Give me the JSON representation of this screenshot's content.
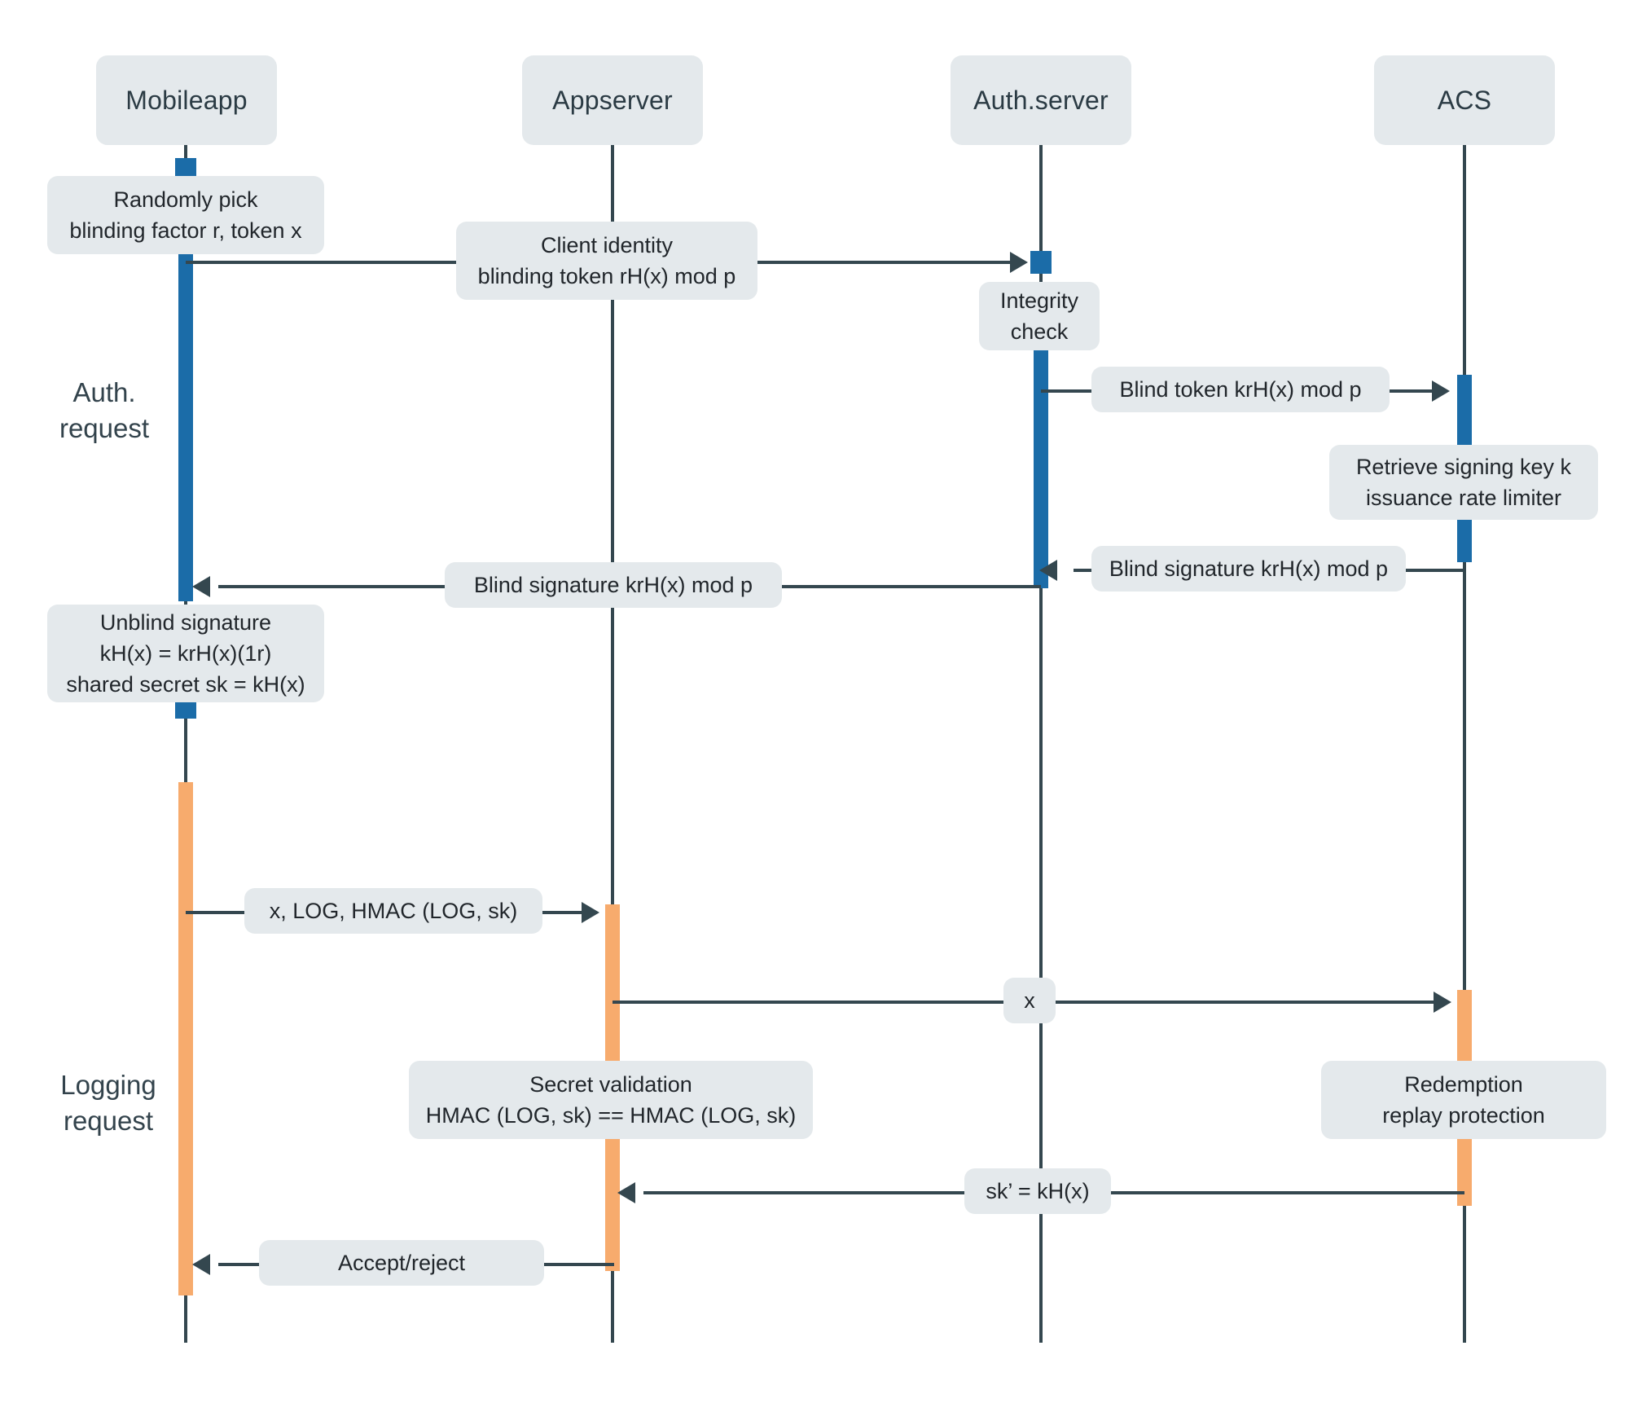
{
  "diagram": {
    "title": "Blind-signature authentication and logging sequence",
    "colors": {
      "actor_box": "#e4e9ec",
      "note_box": "#e4e9ec",
      "lifeline": "#34474f",
      "activation_auth": "#1b6ca8",
      "activation_logging": "#f7ab6d",
      "text": "#2b3b44"
    }
  },
  "actors": [
    {
      "id": "mobile",
      "line1": "Mobile",
      "line2": "app"
    },
    {
      "id": "app",
      "line1": "App",
      "line2": "server"
    },
    {
      "id": "auth",
      "line1": "Auth.",
      "line2": "server"
    },
    {
      "id": "acs",
      "line1": "ACS",
      "line2": ""
    }
  ],
  "phases": [
    {
      "id": "auth-request",
      "line1": "Auth.",
      "line2": "request"
    },
    {
      "id": "logging-request",
      "line1": "Logging",
      "line2": "request"
    }
  ],
  "notes": [
    {
      "id": "randomly-pick",
      "lines": [
        "Randomly pick",
        "blinding factor r, token x"
      ]
    },
    {
      "id": "integrity-check",
      "lines": [
        "Integrity",
        "check"
      ]
    },
    {
      "id": "retrieve-signing-key",
      "lines": [
        "Retrieve signing key k",
        "issuance rate limiter"
      ]
    },
    {
      "id": "unblind-signature",
      "lines": [
        "Unblind signature",
        "kH(x) = krH(x)(1r)",
        "shared secret sk = kH(x)"
      ]
    },
    {
      "id": "secret-validation",
      "lines": [
        "Secret validation",
        "HMAC (LOG, sk) == HMAC (LOG, sk)"
      ]
    },
    {
      "id": "redemption",
      "lines": [
        "Redemption",
        "replay protection"
      ]
    }
  ],
  "messages": [
    {
      "id": "client-identity",
      "lines": [
        "Client identity",
        "blinding token rH(x) mod p"
      ],
      "from": "mobile",
      "to": "auth",
      "direction": "right"
    },
    {
      "id": "blind-token",
      "lines": [
        "Blind token krH(x) mod p"
      ],
      "from": "auth",
      "to": "acs",
      "direction": "right"
    },
    {
      "id": "blind-signature-acs",
      "lines": [
        "Blind signature krH(x) mod p"
      ],
      "from": "acs",
      "to": "auth",
      "direction": "left"
    },
    {
      "id": "blind-signature-mobile",
      "lines": [
        "Blind signature krH(x) mod p"
      ],
      "from": "auth",
      "to": "mobile",
      "direction": "left"
    },
    {
      "id": "log-hmac",
      "lines": [
        "x, LOG, HMAC (LOG, sk)"
      ],
      "from": "mobile",
      "to": "app",
      "direction": "right"
    },
    {
      "id": "token-x",
      "lines": [
        "x"
      ],
      "from": "app",
      "to": "acs",
      "direction": "right"
    },
    {
      "id": "sk-prime",
      "lines": [
        "sk’ = kH(x)"
      ],
      "from": "acs",
      "to": "app",
      "direction": "left"
    },
    {
      "id": "accept-reject",
      "lines": [
        "Accept/reject"
      ],
      "from": "app",
      "to": "mobile",
      "direction": "left"
    }
  ]
}
